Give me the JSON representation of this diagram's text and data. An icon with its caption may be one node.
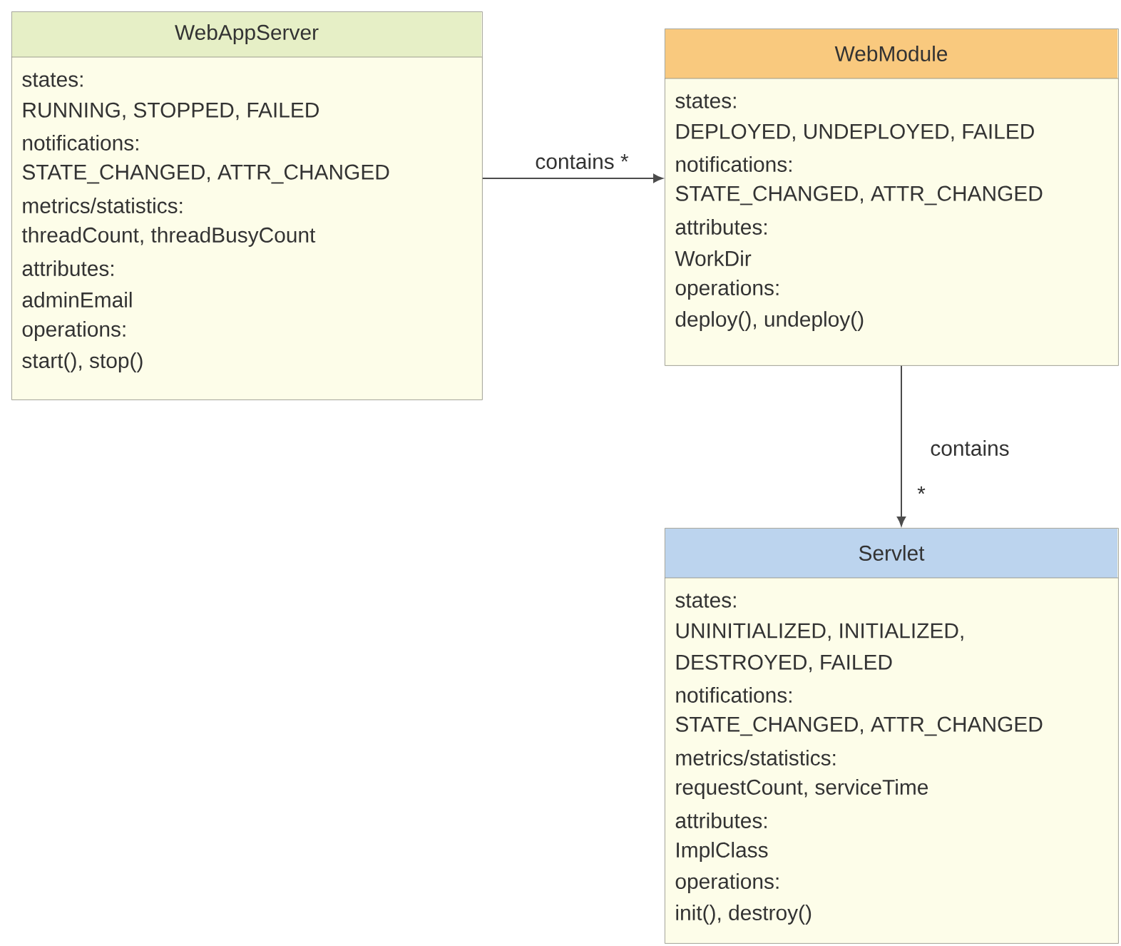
{
  "diagram": {
    "nodes": [
      {
        "text": [
          "WebAppServer",
          "states:",
          "RUNNING, STOPPED, FAILED",
          "notifications:",
          "STATE_CHANGED, ATTR_CHANGED",
          "metrics/statistics:",
          "threadCount, threadBusyCount",
          "attributes:",
          "adminEmail",
          "operations:",
          "start(), stop()"
        ]
      },
      {
        "text": [
          "WebModule",
          "states:",
          "DEPLOYED, UNDEPLOYED, FAILED",
          "notifications:",
          "STATE_CHANGED, ATTR_CHANGED",
          "attributes:",
          "WorkDir",
          "operations:",
          "deploy(), undeploy()"
        ]
      },
      {
        "text": [
          "Servlet",
          "states:",
          "UNINITIALIZED, INITIALIZED,",
          "DESTROYED, FAILED",
          "notifications:",
          "STATE_CHANGED, ATTR_CHANGED",
          "metrics/statistics:",
          "requestCount, serviceTime",
          "attributes:",
          "ImplClass",
          "operations:",
          "init(), destroy()"
        ]
      }
    ],
    "edges": [
      {
        "from": 0,
        "to": 1,
        "arrow": "to",
        "label": "contains *"
      },
      {
        "from": 1,
        "to": 2,
        "arrow": "to",
        "label": "contains"
      }
    ],
    "labels": [
      "*"
    ]
  }
}
